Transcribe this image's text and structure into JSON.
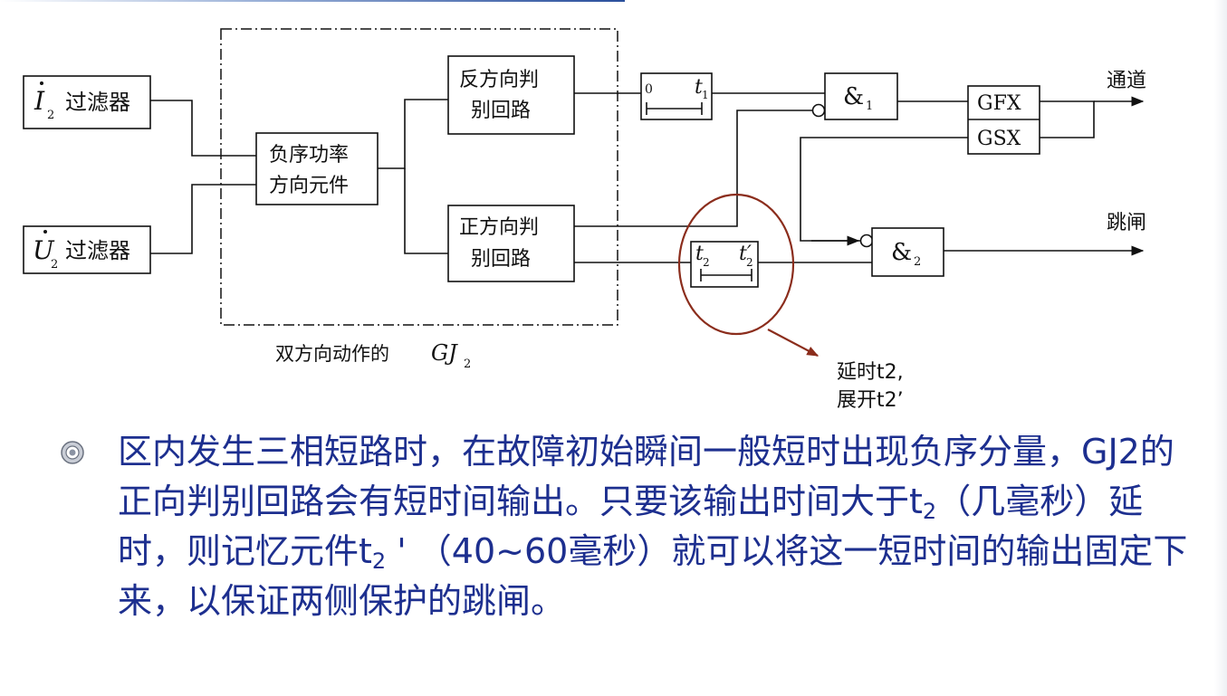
{
  "diagram": {
    "filter_I_text": "过滤器",
    "filter_I_symbol": "I",
    "filter_I_sub": "2",
    "filter_U_text": "过滤器",
    "filter_U_symbol": "U",
    "filter_U_sub": "2",
    "neg_seq_line1": "负序功率",
    "neg_seq_line2": "方向元件",
    "reverse_line1": "反方向判",
    "reverse_line2": "别回路",
    "forward_line1": "正方向判",
    "forward_line2": "别回路",
    "timer1_zero": "0",
    "timer1_t": "t",
    "timer1_sub": "1",
    "timer2_t": "t",
    "timer2_sub": "2",
    "timer2_tprime": "t′",
    "timer2_tprime_sub": "2",
    "and1_symbol": "&",
    "and1_sub": "1",
    "and2_symbol": "&",
    "and2_sub": "2",
    "gfx_label": "GFX",
    "gsx_label": "GSX",
    "output_channel": "通道",
    "output_trip": "跳闸",
    "gj_caption_text": "双方向动作的 ",
    "gj_caption_symbol": "GJ",
    "gj_caption_sub": "2",
    "annotation_line1": "延时t2,",
    "annotation_line2": "展开t2’",
    "colors": {
      "line": "#111111",
      "highlight_circle": "#8b2d1c",
      "bullet_text": "#1d2f8f"
    }
  },
  "bullet": {
    "icon": "round-ornament-icon",
    "part1": "区内发生三相短路时，在故障初始瞬间一般短时出现负序分量，GJ2的正向判别回路会有短时间输出。只要该输出时间大于t",
    "sub1": "2",
    "part2": "（几毫秒）延时，则记忆元件t",
    "sub2": "2",
    "part3": " ' （40~60毫秒）就可以将这一短时间的输出固定下来，以保证两侧保护的跳闸。"
  }
}
